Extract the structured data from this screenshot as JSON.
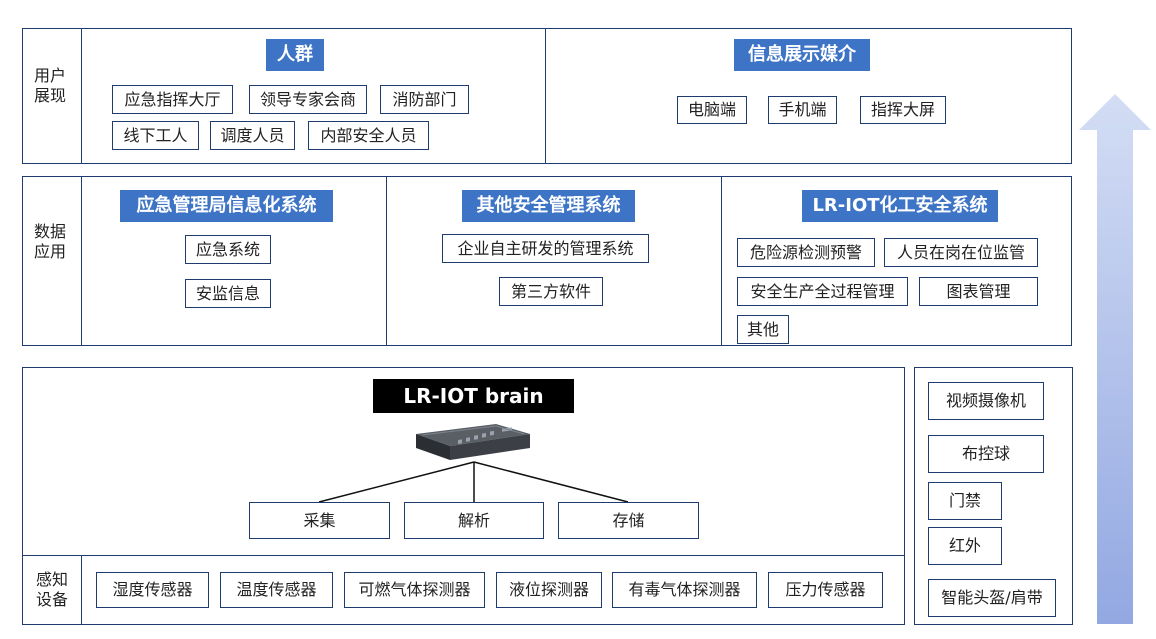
{
  "layers": {
    "user": {
      "label": [
        "用户",
        "展现"
      ],
      "crowd": {
        "title": "人群",
        "items": [
          "应急指挥大厅",
          "领导专家会商",
          "消防部门",
          "线下工人",
          "调度人员",
          "内部安全人员"
        ]
      },
      "media": {
        "title": "信息展示媒介",
        "items": [
          "电脑端",
          "手机端",
          "指挥大屏"
        ]
      }
    },
    "data": {
      "label": [
        "数据",
        "应用"
      ],
      "emergency": {
        "title": "应急管理局信息化系统",
        "items": [
          "应急系统",
          "安监信息"
        ]
      },
      "other": {
        "title": "其他安全管理系统",
        "items": [
          "企业自主研发的管理系统",
          "第三方软件"
        ]
      },
      "lriot": {
        "title": "LR-IOT化工安全系统",
        "items": [
          "危险源检测预警",
          "人员在岗在位监管",
          "安全生产全过程管理",
          "图表管理",
          "其他"
        ]
      }
    },
    "perception": {
      "brain_title": "LR-IOT brain",
      "functions": [
        "采集",
        "解析",
        "存储"
      ],
      "label": [
        "感知",
        "设备"
      ],
      "sensors": [
        "湿度传感器",
        "温度传感器",
        "可燃气体探测器",
        "液位探测器",
        "有毒气体探测器",
        "压力传感器"
      ]
    },
    "devices": [
      "视频摄像机",
      "布控球",
      "门禁",
      "红外",
      "智能头盔/肩带"
    ]
  },
  "colors": {
    "title_bg": "#3d74c5",
    "border": "#1f3c6e",
    "brain_bg": "#000000",
    "arrow_top": "#c9d6f2",
    "arrow_bottom": "#97abe3"
  },
  "icons": [
    "server-rack-icon",
    "upward-arrow-icon"
  ]
}
